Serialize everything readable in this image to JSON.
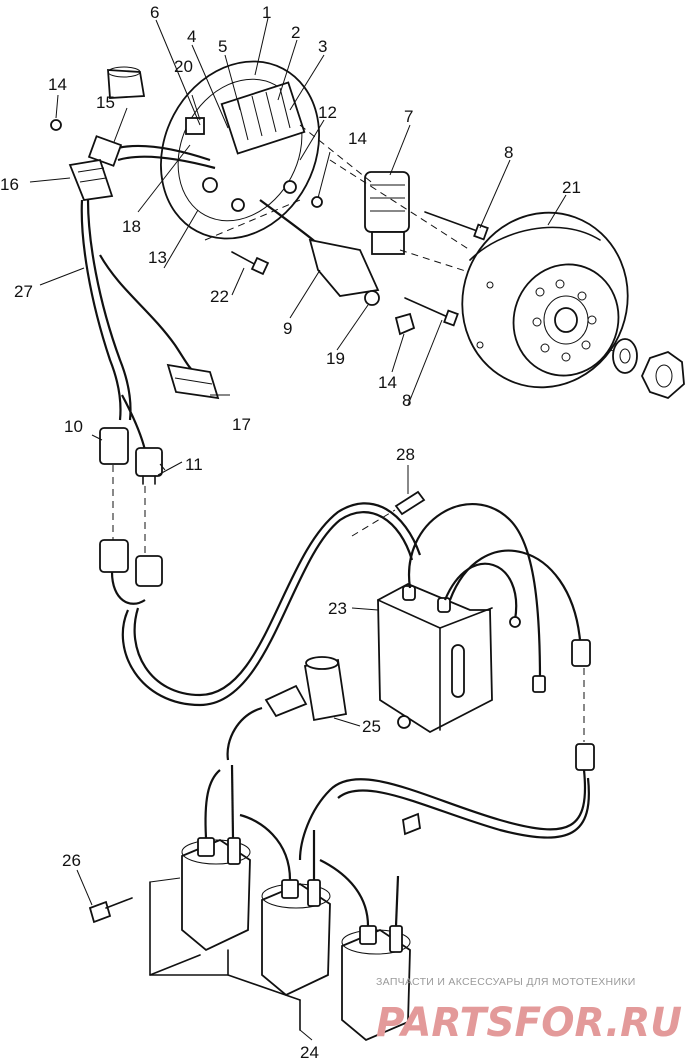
{
  "diagram": {
    "callouts": [
      {
        "id": "c1",
        "text": "1"
      },
      {
        "id": "c2",
        "text": "2"
      },
      {
        "id": "c3",
        "text": "3"
      },
      {
        "id": "c4",
        "text": "4"
      },
      {
        "id": "c5",
        "text": "5"
      },
      {
        "id": "c6",
        "text": "6"
      },
      {
        "id": "c7",
        "text": "7"
      },
      {
        "id": "c8a",
        "text": "8"
      },
      {
        "id": "c8b",
        "text": "8"
      },
      {
        "id": "c9",
        "text": "9"
      },
      {
        "id": "c10",
        "text": "10"
      },
      {
        "id": "c11",
        "text": "11"
      },
      {
        "id": "c12",
        "text": "12"
      },
      {
        "id": "c13",
        "text": "13"
      },
      {
        "id": "c14a",
        "text": "14"
      },
      {
        "id": "c14b",
        "text": "14"
      },
      {
        "id": "c14c",
        "text": "14"
      },
      {
        "id": "c15",
        "text": "15"
      },
      {
        "id": "c16",
        "text": "16"
      },
      {
        "id": "c17",
        "text": "17"
      },
      {
        "id": "c18",
        "text": "18"
      },
      {
        "id": "c19",
        "text": "19"
      },
      {
        "id": "c20",
        "text": "20"
      },
      {
        "id": "c21",
        "text": "21"
      },
      {
        "id": "c22",
        "text": "22"
      },
      {
        "id": "c23",
        "text": "23"
      },
      {
        "id": "c24",
        "text": "24"
      },
      {
        "id": "c25",
        "text": "25"
      },
      {
        "id": "c26",
        "text": "26"
      },
      {
        "id": "c27",
        "text": "27"
      },
      {
        "id": "c28",
        "text": "28"
      }
    ]
  },
  "watermark": {
    "tagline": "ЗАПЧАСТИ И АКСЕССУАРЫ ДЛЯ МОТОТЕХНИКИ",
    "brand": "PARTSFOR.RU"
  }
}
